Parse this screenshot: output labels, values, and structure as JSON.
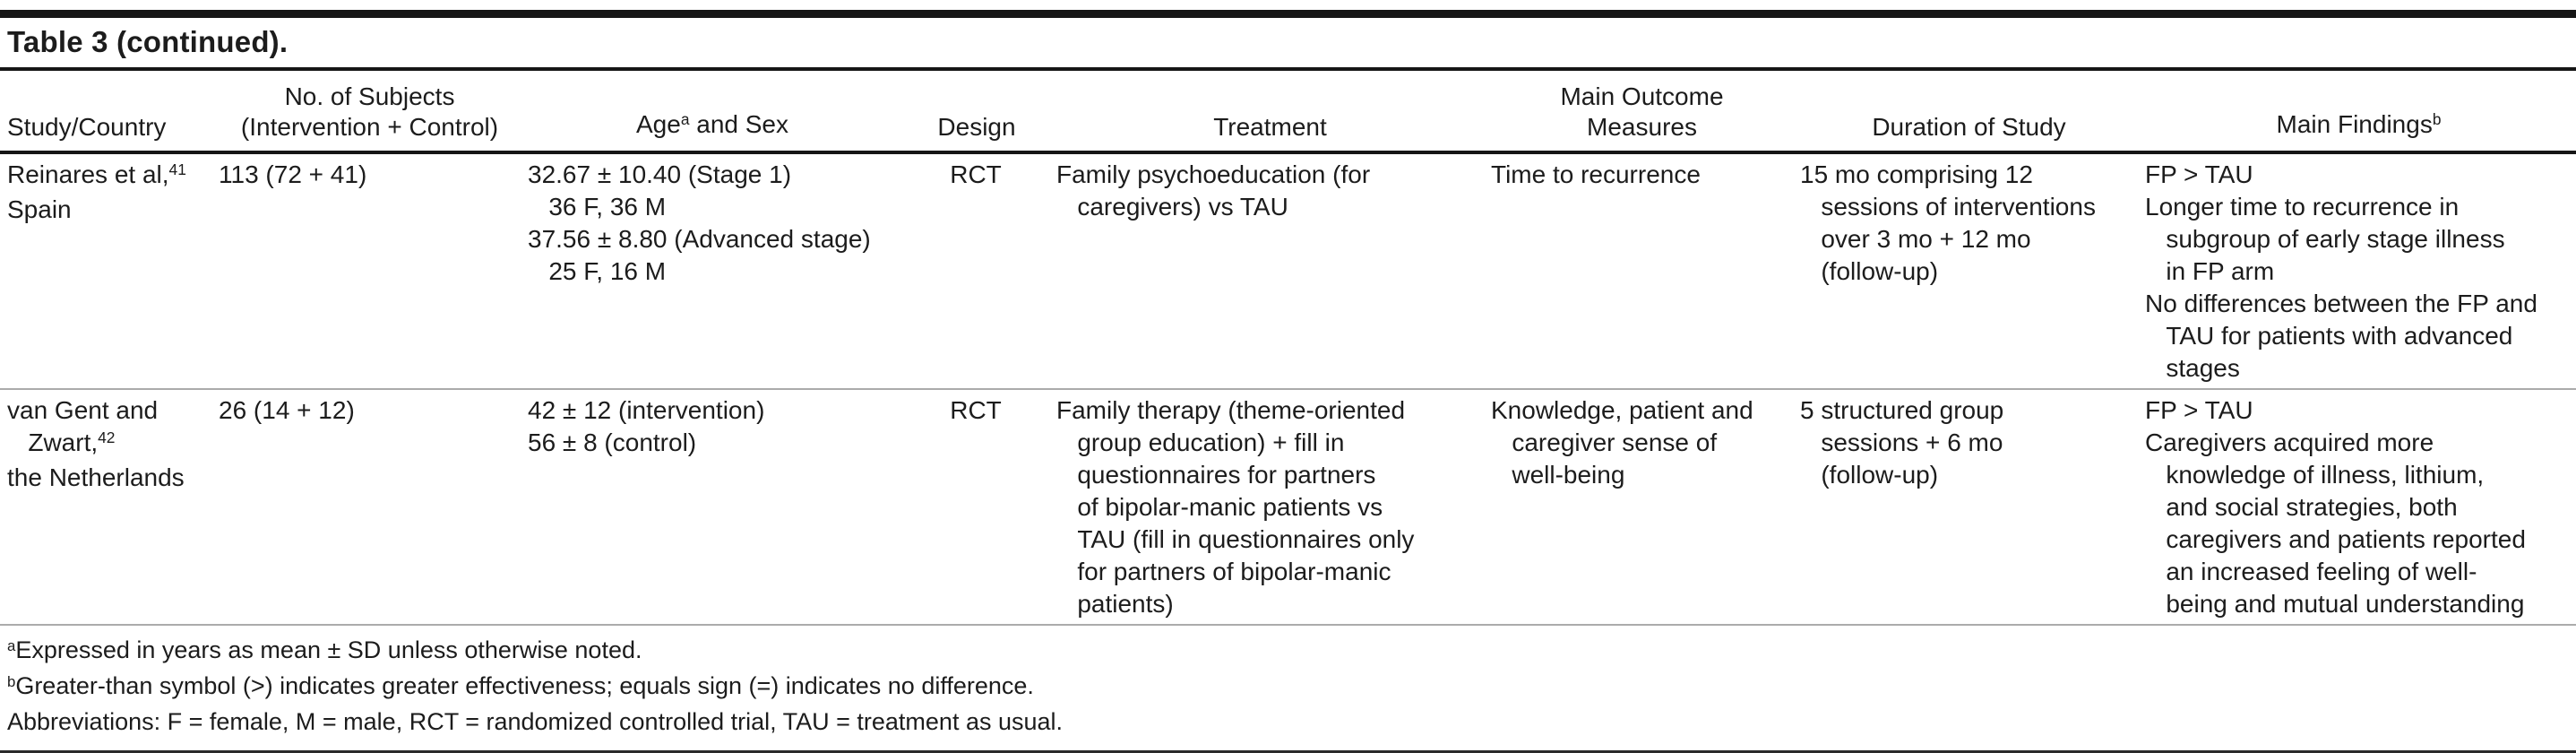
{
  "title": "Table 3 (continued).",
  "colors": {
    "text": "#1c1c1c",
    "rule_dark": "#161616",
    "rule_light": "#ababab"
  },
  "table": {
    "headers": {
      "study_country": "Study/Country",
      "subjects": "No. of Subjects\n(Intervention + Control)",
      "age_sex": "Age^{a} and Sex",
      "design": "Design",
      "treatment": "Treatment",
      "outcome": "Main Outcome\nMeasures",
      "duration": "Duration of Study",
      "findings": "Main Findings^{b}"
    },
    "rows": [
      {
        "study_country": "Reinares et al,^{41}\nSpain",
        "subjects": "113 (72 + 41)",
        "age_sex": "32.67 ± 10.40 (Stage 1)\n   36 F, 36 M\n37.56 ± 8.80 (Advanced stage)\n   25 F, 16 M",
        "design": "RCT",
        "treatment": "Family psychoeducation (for\n   caregivers) vs TAU",
        "outcome": "Time to recurrence",
        "duration": "15 mo comprising 12\n   sessions of interventions\n   over 3 mo + 12 mo\n   (follow-up)",
        "findings": "FP > TAU\nLonger time to recurrence in\n   subgroup of early stage illness\n   in FP arm\nNo differences between the FP and\n   TAU for patients with advanced\n   stages"
      },
      {
        "study_country": "van Gent and\n   Zwart,^{42}\nthe Netherlands",
        "subjects": "26 (14 + 12)",
        "age_sex": "42 ± 12 (intervention)\n56 ± 8 (control)",
        "design": "RCT",
        "treatment": "Family therapy (theme-oriented\n   group education) + fill in\n   questionnaires for partners\n   of bipolar-manic patients vs\n   TAU (fill in questionnaires only\n   for partners of bipolar-manic\n   patients)",
        "outcome": "Knowledge, patient and\n   caregiver sense of\n   well-being",
        "duration": "5 structured group\n   sessions + 6 mo\n   (follow-up)",
        "findings": "FP > TAU\nCaregivers acquired more\n   knowledge of illness, lithium,\n   and social strategies, both\n   caregivers and patients reported\n   an increased feeling of well-\n   being and mutual understanding"
      }
    ]
  },
  "footnotes": {
    "a": "^{a}Expressed in years as mean ± SD unless otherwise noted.",
    "b": "^{b}Greater-than symbol (>) indicates greater effectiveness; equals sign (=) indicates no difference.",
    "abbreviations": "Abbreviations: F = female, M = male, RCT = randomized controlled trial, TAU = treatment as usual."
  }
}
